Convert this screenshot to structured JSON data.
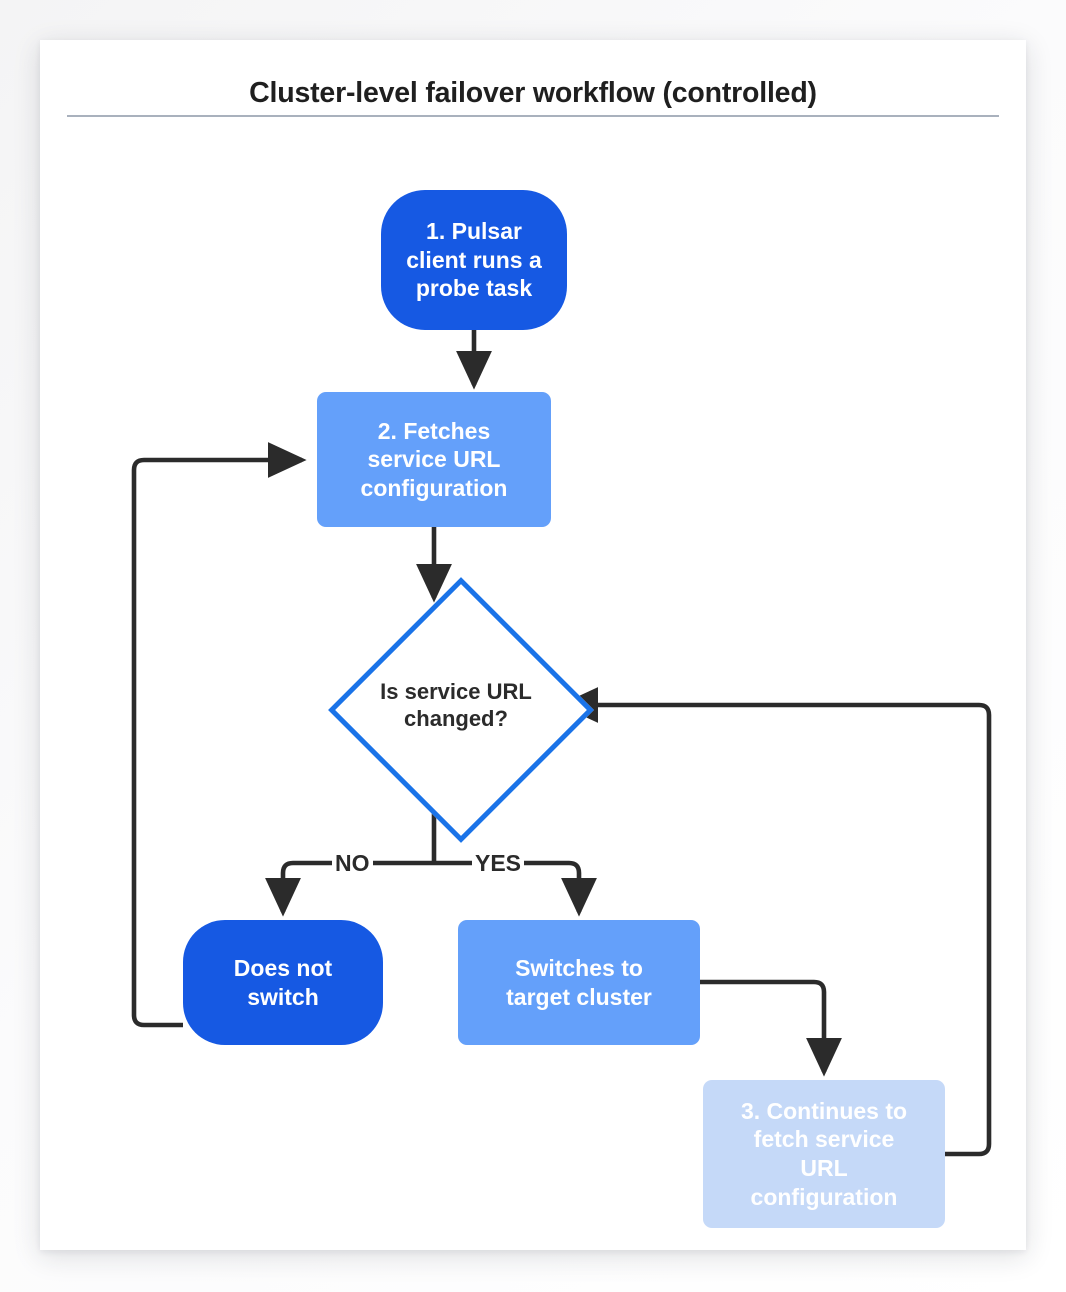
{
  "page": {
    "title": "Cluster-level failover workflow (controlled)"
  },
  "colors": {
    "terminal_blue": "#1659e3",
    "process_blue": "#64a0fa",
    "faded_blue": "#c5d9f8",
    "decision_border": "#1a73e8",
    "connector": "#2b2b2b",
    "rule": "#a9b1bd",
    "card": "#ffffff",
    "text_dark": "#2b2b2b",
    "text_light": "#ffffff"
  },
  "diagram": {
    "type": "flowchart",
    "nodes": [
      {
        "id": "probe",
        "label": "1. Pulsar\nclient runs a\nprobe task",
        "shape": "rounded-terminal",
        "fill": "#1659e3"
      },
      {
        "id": "fetch",
        "label": "2. Fetches\nservice URL\nconfiguration",
        "shape": "process",
        "fill": "#64a0fa"
      },
      {
        "id": "decision",
        "label": "Is service URL\nchanged?",
        "shape": "diamond",
        "fill": "#ffffff"
      },
      {
        "id": "noswitch",
        "label": "Does not\nswitch",
        "shape": "rounded-terminal",
        "fill": "#1659e3"
      },
      {
        "id": "switch",
        "label": "Switches to\ntarget cluster",
        "shape": "process",
        "fill": "#64a0fa"
      },
      {
        "id": "continue",
        "label": "3. Continues to\nfetch service\nURL\nconfiguration",
        "shape": "process",
        "fill": "#c5d9f8"
      }
    ],
    "edges": [
      {
        "from": "probe",
        "to": "fetch",
        "label": ""
      },
      {
        "from": "fetch",
        "to": "decision",
        "label": ""
      },
      {
        "from": "decision",
        "to": "noswitch",
        "label": "NO"
      },
      {
        "from": "decision",
        "to": "switch",
        "label": "YES"
      },
      {
        "from": "noswitch",
        "to": "fetch",
        "label": ""
      },
      {
        "from": "switch",
        "to": "continue",
        "label": ""
      },
      {
        "from": "continue",
        "to": "decision",
        "label": ""
      }
    ],
    "branch_labels": {
      "no": "NO",
      "yes": "YES"
    }
  }
}
